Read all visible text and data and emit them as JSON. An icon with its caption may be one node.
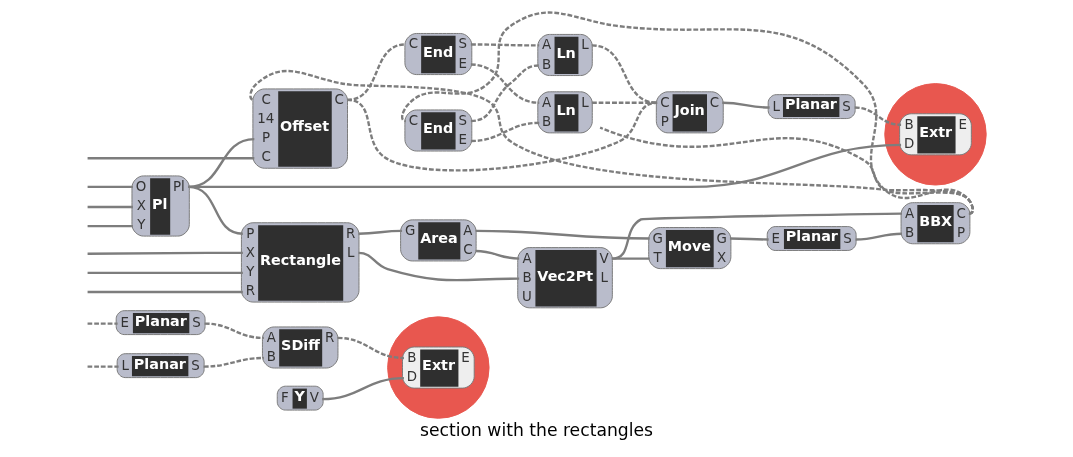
{
  "diagram": {
    "caption": "section with the rectangles",
    "nodes": [
      {
        "text": [
          "L",
          "Planar",
          "S"
        ]
      },
      {
        "text": [
          "E",
          "Planar",
          "S"
        ]
      },
      {
        "text": [
          "A",
          "B",
          "SDiff",
          "R"
        ]
      },
      {
        "text": [
          "F",
          "Y",
          "V"
        ]
      },
      {
        "text": [
          "B",
          "D",
          "Extr",
          "E"
        ]
      },
      {
        "text": [
          "O",
          "X",
          "Y",
          "Pl",
          "Pl"
        ]
      },
      {
        "text": [
          "P",
          "X",
          "Y",
          "R",
          "Rectangle",
          "R",
          "L"
        ]
      },
      {
        "text": [
          "G",
          "Area",
          "A",
          "C"
        ]
      },
      {
        "text": [
          "A",
          "B",
          "U",
          "Vec2Pt",
          "V",
          "L"
        ]
      },
      {
        "text": [
          "G",
          "T",
          "Move",
          "G",
          "X"
        ]
      },
      {
        "text": [
          "E",
          "Planar",
          "S"
        ]
      },
      {
        "text": [
          "A",
          "B",
          "BBX",
          "C",
          "P"
        ]
      },
      {
        "text": [
          "C",
          "14",
          "P",
          "C",
          "Offset",
          "C"
        ]
      },
      {
        "text": [
          "C",
          "End",
          "S",
          "E"
        ]
      },
      {
        "text": [
          "C",
          "End",
          "S",
          "E"
        ]
      },
      {
        "text": [
          "A",
          "B",
          "Ln",
          "L"
        ]
      },
      {
        "text": [
          "A",
          "B",
          "Ln",
          "L"
        ]
      },
      {
        "text": [
          "C",
          "P",
          "Join",
          "C"
        ]
      },
      {
        "text": [
          "L",
          "Planar",
          "S"
        ]
      },
      {
        "text": [
          "B",
          "D",
          "Extr",
          "E"
        ]
      }
    ],
    "edges": [
      {
        "from": null,
        "to": 0,
        "arrow": "none",
        "style": "dashed"
      },
      {
        "from": null,
        "to": 1,
        "arrow": "none",
        "style": "dashed"
      },
      {
        "from": 0,
        "to": 2,
        "arrow": "none",
        "style": "dashed"
      },
      {
        "from": 1,
        "to": 2,
        "arrow": "none",
        "style": "dashed"
      },
      {
        "from": 2,
        "to": 4,
        "arrow": "none",
        "style": "dashed"
      },
      {
        "from": 3,
        "to": 4,
        "arrow": "none"
      },
      {
        "from": null,
        "to": 5,
        "arrow": "none"
      },
      {
        "from": null,
        "to": 5,
        "arrow": "none"
      },
      {
        "from": null,
        "to": 5,
        "arrow": "none"
      },
      {
        "from": null,
        "to": 6,
        "arrow": "none"
      },
      {
        "from": null,
        "to": 6,
        "arrow": "none"
      },
      {
        "from": null,
        "to": 6,
        "arrow": "none"
      },
      {
        "from": 5,
        "to": 6,
        "arrow": "none"
      },
      {
        "from": 5,
        "to": 12,
        "arrow": "none"
      },
      {
        "from": null,
        "to": 12,
        "arrow": "none"
      },
      {
        "from": 6,
        "to": 7,
        "arrow": "none"
      },
      {
        "from": 6,
        "to": 8,
        "arrow": "none"
      },
      {
        "from": 7,
        "to": 8,
        "arrow": "none"
      },
      {
        "from": 7,
        "to": 9,
        "arrow": "none"
      },
      {
        "from": 8,
        "to": 9,
        "arrow": "none"
      },
      {
        "from": 8,
        "to": 11,
        "arrow": "none"
      },
      {
        "from": 9,
        "to": 10,
        "arrow": "none"
      },
      {
        "from": 10,
        "to": 11,
        "arrow": "none"
      },
      {
        "from": 11,
        "to": 12,
        "arrow": "none",
        "style": "dashed"
      },
      {
        "from": 11,
        "to": 14,
        "arrow": "none",
        "style": "dashed"
      },
      {
        "from": 11,
        "to": 16,
        "arrow": "none",
        "style": "dashed"
      },
      {
        "from": 12,
        "to": 13,
        "arrow": "none",
        "style": "dashed"
      },
      {
        "from": 12,
        "to": 17,
        "arrow": "none",
        "style": "dashed"
      },
      {
        "from": 13,
        "to": 15,
        "arrow": "none",
        "style": "dashed"
      },
      {
        "from": 13,
        "to": 16,
        "arrow": "none",
        "style": "dashed"
      },
      {
        "from": 14,
        "to": 15,
        "arrow": "none",
        "style": "dashed"
      },
      {
        "from": 14,
        "to": 16,
        "arrow": "none",
        "style": "dashed"
      },
      {
        "from": 15,
        "to": 17,
        "arrow": "none",
        "style": "dashed"
      },
      {
        "from": 16,
        "to": 17,
        "arrow": "none",
        "style": "dashed"
      },
      {
        "from": 17,
        "to": 18,
        "arrow": "none"
      },
      {
        "from": 18,
        "to": 19,
        "arrow": "none",
        "style": "dashed"
      },
      {
        "from": 5,
        "to": 19,
        "arrow": "none"
      }
    ]
  }
}
